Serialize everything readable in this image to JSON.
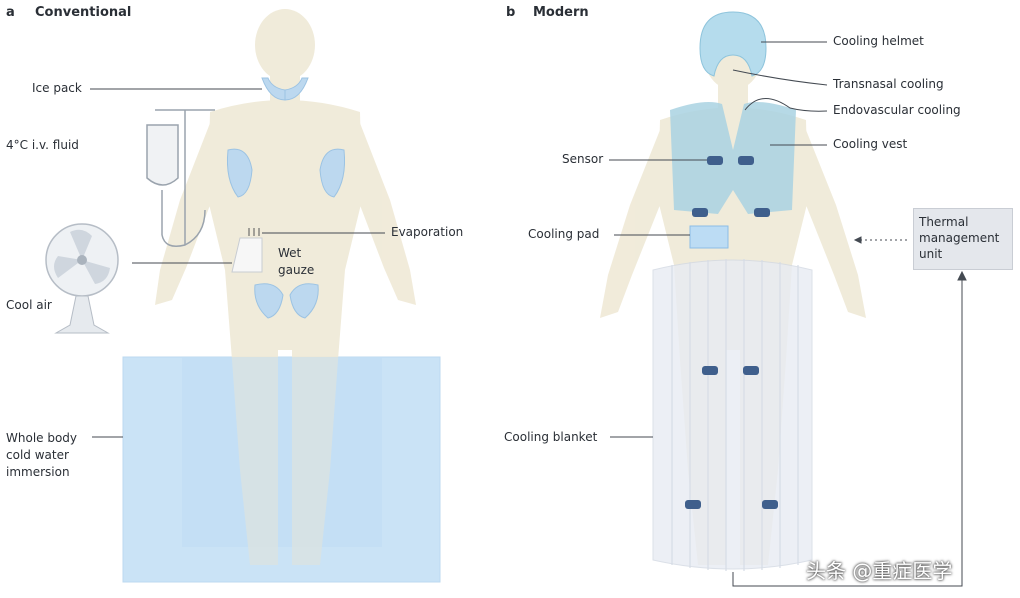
{
  "panel_a": {
    "letter": "a",
    "title": "Conventional",
    "labels": {
      "ice_pack": "Ice pack",
      "iv_fluid": "4°C i.v. fluid",
      "cool_air": "Cool air",
      "evaporation": "Evaporation",
      "wet_gauze": "Wet\ngauze",
      "immersion": "Whole body\ncold water\nimmersion"
    }
  },
  "panel_b": {
    "letter": "b",
    "title": "Modern",
    "labels": {
      "cooling_helmet": "Cooling helmet",
      "transnasal": "Transnasal cooling",
      "endovascular": "Endovascular cooling",
      "cooling_vest": "Cooling vest",
      "sensor": "Sensor",
      "cooling_pad": "Cooling pad",
      "thermal_unit": "Thermal\nmanagement\nunit",
      "cooling_blanket": "Cooling blanket"
    }
  },
  "watermark": "头条 @重症医学",
  "colors": {
    "body": "#efe9d6",
    "ice": "#bcd8ef",
    "water": "#cfe5f7",
    "vest": "#a9d2e2",
    "helmet": "#b5dced",
    "sensor": "#3f5f8c",
    "blanket": "#e8ecf3",
    "line": "#444a52",
    "tmu_box": "#e4e7ec"
  }
}
